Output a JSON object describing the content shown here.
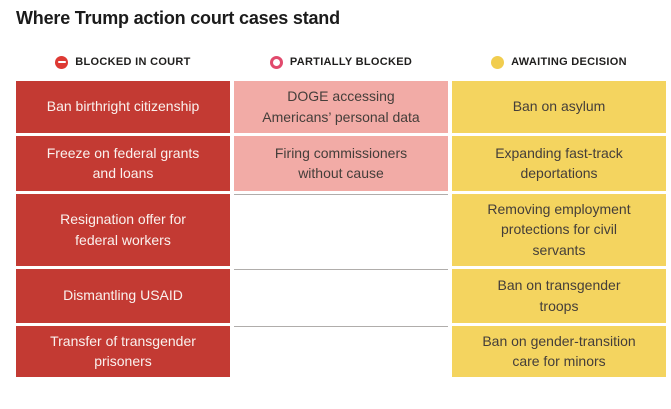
{
  "title": "Where Trump action court cases stand",
  "legend": {
    "items": [
      {
        "name": "blocked-in-court",
        "label": "BLOCKED IN COURT"
      },
      {
        "name": "partially-blocked",
        "label": "PARTIALLY BLOCKED"
      },
      {
        "name": "awaiting-decision",
        "label": "AWAITING DECISION"
      }
    ]
  },
  "colors": {
    "title_color": "#1b1b1b",
    "legend_text": "#1f1e1d",
    "blocked_fill": "#c33a33",
    "blocked_text": "#faf1ee",
    "partial_fill": "#f2aba6",
    "awaiting_fill": "#f4d45f",
    "dark_text": "#443e3a",
    "blocked_icon": "#de3a34",
    "partial_icon": "#e14a6d",
    "awaiting_icon": "#f1cd4f",
    "empty_border": "#b0adab"
  },
  "table": {
    "blocked_cells": [
      "Ban birthright citizenship",
      "Freeze on federal grants\nand loans",
      "Resignation offer for\nfederal workers",
      "Dismantling USAID",
      "Transfer of transgender\nprisoners"
    ],
    "partial_cells": [
      "DOGE accessing\nAmericans’ personal data",
      "Firing commissioners\nwithout cause"
    ],
    "awaiting_cells": [
      "Ban on asylum",
      "Expanding fast-track\ndeportations",
      "Removing employment\nprotections for civil\nservants",
      "Ban on transgender\ntroops",
      "Ban on gender-transition\ncare for minors"
    ]
  },
  "chart_data": {
    "type": "table",
    "title": "Where Trump action court cases stand",
    "legend_position": "top",
    "columns": [
      "Blocked in court",
      "Partially blocked",
      "Awaiting decision"
    ],
    "rows": [
      [
        "Ban birthright citizenship",
        "DOGE accessing Americans’ personal data",
        "Ban on asylum"
      ],
      [
        "Freeze on federal grants and loans",
        "Firing commissioners without cause",
        "Expanding fast-track deportations"
      ],
      [
        "Resignation offer for federal workers",
        "",
        "Removing employment protections for civil servants"
      ],
      [
        "Dismantling USAID",
        "",
        "Ban on transgender troops"
      ],
      [
        "Transfer of transgender prisoners",
        "",
        "Ban on gender-transition care for minors"
      ]
    ]
  }
}
